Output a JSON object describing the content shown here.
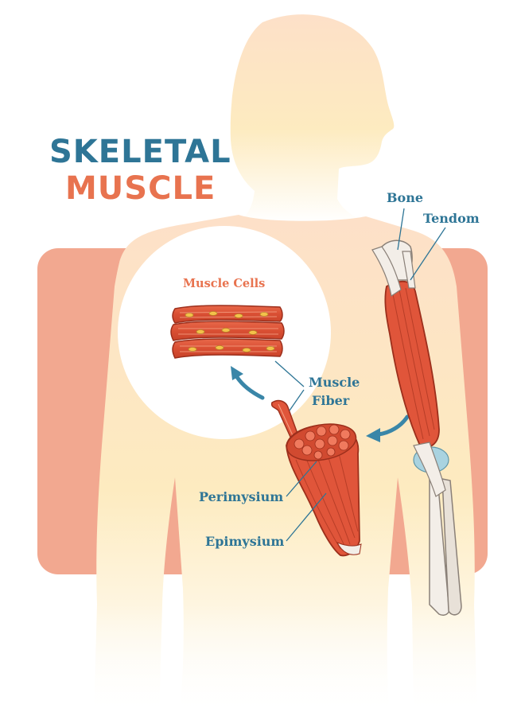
{
  "title": {
    "line1": "SKELETAL",
    "line2": "MUSCLE"
  },
  "labels": {
    "bone": "Bone",
    "tendon": "Tendom",
    "muscle_cells": "Muscle Cells",
    "muscle_fiber_line1": "Muscle",
    "muscle_fiber_line2": "Fiber",
    "perimysium": "Perimysium",
    "epimysium": "Epimysium"
  },
  "colors": {
    "title_blue": "#2e7596",
    "title_orange": "#e8734f",
    "label_blue": "#2e7596",
    "muscle_red": "#e0553a",
    "background_panel": "#f2a890",
    "body_skin": "#fde4c4",
    "arrow_blue": "#3a86a8",
    "bone_white": "#f3eee8",
    "cartilage_blue": "#a9d3e0"
  }
}
